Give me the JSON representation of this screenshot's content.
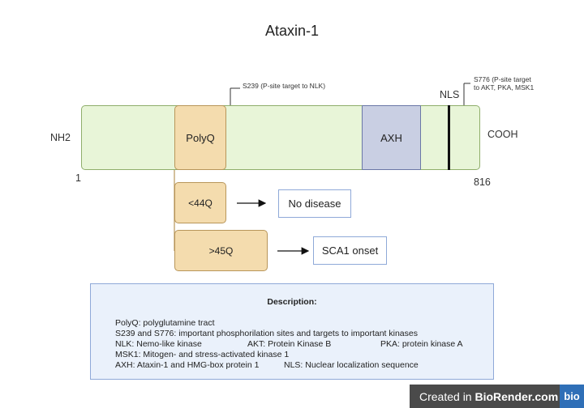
{
  "title": "Ataxin-1",
  "protein": {
    "n_term": "NH2",
    "c_term": "COOH",
    "start": "1",
    "end": "816",
    "domains": {
      "polyq": "PolyQ",
      "axh": "AXH"
    },
    "nls_label": "NLS",
    "s239_label": "S239 (P-site target to NLK)",
    "s776_label": [
      "S776 (P-site target",
      "to AKT, PKA, MSK1"
    ]
  },
  "outcomes": [
    {
      "repeat": "<44Q",
      "result": "No disease"
    },
    {
      "repeat": ">45Q",
      "result": "SCA1 onset"
    }
  ],
  "description": {
    "heading": "Description:",
    "lines": [
      "PolyQ: polyglutamine tract",
      "S239 and S776: important phosphorilation sites and targets to important kinases",
      "NLK: Nemo-like kinase",
      "AKT: Protein Kinase B",
      "PKA: protein kinase A",
      "MSK1: Mitogen- and stress-activated kinase 1",
      "AXH: Ataxin-1 and HMG-box protein 1",
      "NLS: Nuclear localization sequence"
    ]
  },
  "watermark": {
    "prefix": "Created in ",
    "brand": "BioRender.com",
    "logo": "bio"
  }
}
